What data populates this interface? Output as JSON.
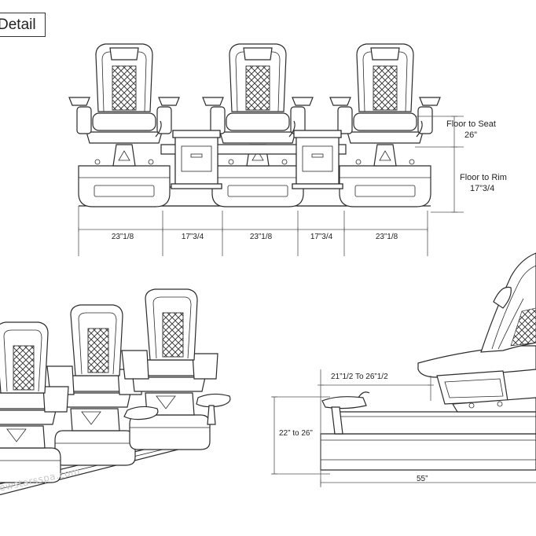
{
  "title": "Detail",
  "front_view": {
    "floor_to_seat_label": "Floor to Seat",
    "floor_to_seat_value": "26”",
    "floor_to_rim_label": "Floor to Rim",
    "floor_to_rim_value": "17”3/4",
    "widths": [
      "23”1/8",
      "17”3/4",
      "23”1/8",
      "17”3/4",
      "23”1/8"
    ]
  },
  "side_view": {
    "footrest_range": "21”1/2  To 26”1/2",
    "height_range": "22” to 26”",
    "length": "55”"
  },
  "watermark": "ewstarsspa.com"
}
